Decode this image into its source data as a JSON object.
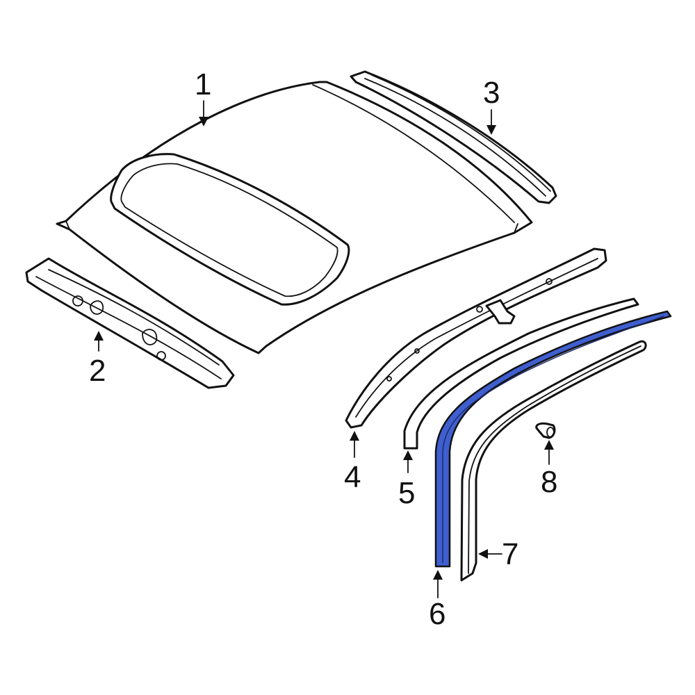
{
  "diagram": {
    "type": "exploded-parts-diagram",
    "subject": "Roof panel and components",
    "highlight_color": "#3f5fcf",
    "callouts": [
      {
        "id": "1",
        "label": "1",
        "part": "roof-panel"
      },
      {
        "id": "2",
        "label": "2",
        "part": "front-header-rail"
      },
      {
        "id": "3",
        "label": "3",
        "part": "rear-header-rail"
      },
      {
        "id": "4",
        "label": "4",
        "part": "roof-side-rail"
      },
      {
        "id": "5",
        "label": "5",
        "part": "side-rail-outer-trim"
      },
      {
        "id": "6",
        "label": "6",
        "part": "door-opening-weatherstrip",
        "highlighted": true
      },
      {
        "id": "7",
        "label": "7",
        "part": "inner-weatherstrip"
      },
      {
        "id": "8",
        "label": "8",
        "part": "clip"
      }
    ]
  }
}
